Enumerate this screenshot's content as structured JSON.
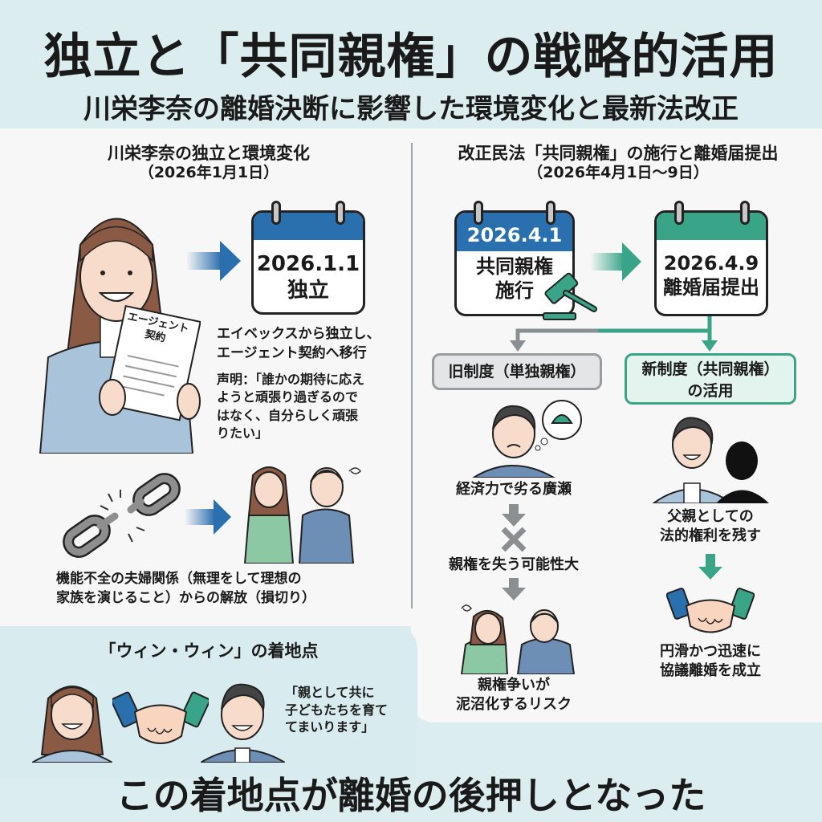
{
  "header": {
    "title": "独立と「共同親権」の戦略的活用",
    "subtitle": "川栄李奈の離婚決断に影響した環境変化と最新法改正"
  },
  "left": {
    "section_title": "川栄李奈の独立と環境変化",
    "section_date": "（2026年1月1日）",
    "document_label": "エージェント契約",
    "calendar_date": "2026.1.1",
    "calendar_label": "独立",
    "independence_text": [
      "エイベックスから独立し、",
      "エージェント契約へ移行"
    ],
    "statement": [
      "声明：「誰かの期待に応え",
      "ようと頑張り過ぎるので",
      "はなく、自分らしく頑張",
      "りたい」"
    ],
    "release_text": [
      "機能不全の夫婦関係（無理をして理想の",
      "家族を演じること）からの解放（損切り）"
    ]
  },
  "right": {
    "section_title": "改正民法「共同親権」の施行と離婚届提出",
    "section_date": "（2026年4月1日〜9日）",
    "calendar1_date": "2026.4.1",
    "calendar1_label": [
      "共同親権",
      "施行"
    ],
    "calendar2_date": "2026.4.9",
    "calendar2_label": "離婚届提出",
    "old_system": {
      "label": "旧制度（単独親権）",
      "step1": "経済力で劣る廣瀬",
      "step2": "親権を失う可能性大",
      "step3": [
        "親権争いが",
        "泥沼化するリスク"
      ]
    },
    "new_system": {
      "label": [
        "新制度（共同親権）",
        "の活用"
      ],
      "step1": [
        "父親としての",
        "法的権利を残す"
      ],
      "step2": [
        "円滑かつ迅速に",
        "協議離婚を成立"
      ]
    }
  },
  "winwin": {
    "title": "「ウィン・ウィン」の着地点",
    "quote": [
      "「親として共に",
      "子どもたちを育て",
      "てまいります」"
    ]
  },
  "footer": {
    "conclusion": "この着地点が離婚の後押しとなった"
  },
  "colors": {
    "background": "#dcedef",
    "panel": "#f6f7f6",
    "blue": "#2a6fae",
    "teal": "#3aa489",
    "gray": "#8a8f93",
    "old_box_bg": "#e4e5e6",
    "new_box_bg": "#e3f3ee"
  }
}
